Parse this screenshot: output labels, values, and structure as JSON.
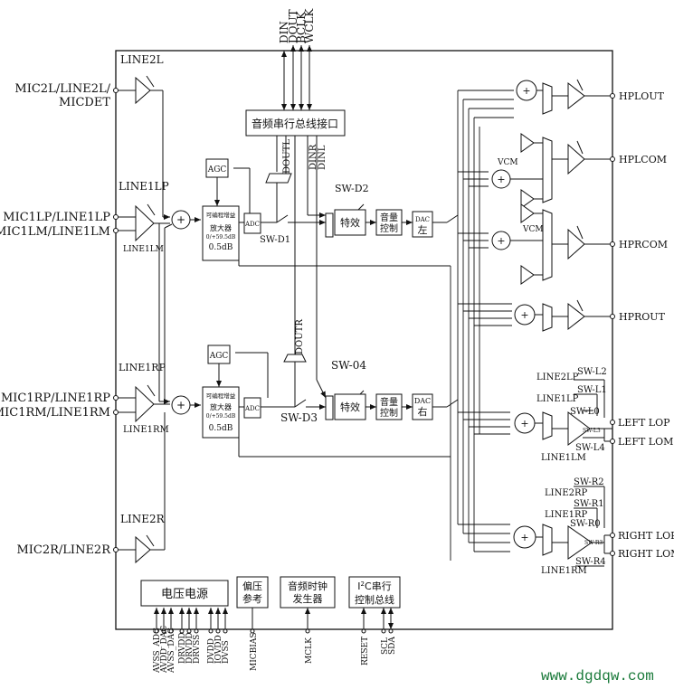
{
  "bus_pins": [
    "DIN",
    "DOUT",
    "BCLK",
    "WCLK"
  ],
  "serial_bus_label": "音频串行总线接口",
  "left_inputs": {
    "line2l_tag": "LINE2L",
    "mic2l_label": [
      "MIC2L/LINE2L/",
      "MICDET"
    ],
    "line1lp_tag": "LINE1LP",
    "line1lm_tag": "LINE1LM",
    "mic1_label": [
      "MIC1LP/LINE1LP",
      "MIC1LM/LINE1LM"
    ]
  },
  "right_inputs": {
    "line1rp_tag": "LINE1RP",
    "line1rm_tag": "LINE1RM",
    "mic1r_label": [
      "MIC1RP/LINE1RP",
      "MIC1RM/LINE1RM"
    ],
    "line2r_tag": "LINE2R",
    "mic2r_label": "MIC2R/LINE2R"
  },
  "left_channel": {
    "agc": "AGC",
    "pga": [
      "可编程增益",
      "放大器",
      "0/+59.5dB",
      "0.5dB"
    ],
    "adc": "ADC",
    "sw_d1": "SW-D1",
    "sw_d2": "SW-D2",
    "effects": "特效",
    "volume": [
      "音量",
      "控制"
    ],
    "dac": [
      "DAC",
      "左"
    ]
  },
  "right_channel": {
    "agc": "AGC",
    "pga": [
      "可编程增益",
      "放大器",
      "0/+59.5dB",
      "0.5dB"
    ],
    "adc": "ADC",
    "sw_d3": "SW-D3",
    "sw_04": "SW-04",
    "effects": "特效",
    "volume": [
      "音量",
      "控制"
    ],
    "dac": [
      "DAC",
      "右"
    ]
  },
  "vertical_signals": [
    "DOUTL",
    "DOUTR",
    "DINR",
    "DINL"
  ],
  "plus": "+",
  "vcm": "VCM",
  "outputs": [
    "HPLOUT",
    "HPLCOM",
    "HPRCOM",
    "HPROUT",
    "LEFT LOP",
    "LEFT LOM",
    "RIGHT LOP",
    "RIGHT LOM"
  ],
  "left_lo_switches": {
    "line2lp": "LINE2LP",
    "sw_l2": "SW-L2",
    "line1lp": "LINE1LP",
    "sw_l1": "SW-L1",
    "sw_l0": "SW-L0",
    "sw_l3": "SW-L3",
    "sw_l4": "SW-L4",
    "line1lm": "LINE1LM"
  },
  "right_lo_switches": {
    "sw_r2": "SW-R2",
    "line2rp": "LINE2RP",
    "sw_r1": "SW-R1",
    "line1rp": "LINE1RP",
    "sw_r0": "SW-R0",
    "sw_r3": "SW-R3",
    "sw_r4": "SW-R4",
    "line1rm": "LINE1RM"
  },
  "bottom_blocks": {
    "power": "电压电源",
    "bias": [
      "偏压",
      "参考"
    ],
    "clock": [
      "音频时钟",
      "发生器"
    ],
    "i2c": [
      "I",
      "2",
      "C串行",
      "控制总线"
    ]
  },
  "bottom_pins": {
    "power": [
      "AVSS_ADC",
      "AVDD_DAC",
      "AVSS_DAC",
      "DRVDD",
      "DRVDD",
      "DRVSS",
      "DVDD",
      "IOVDD",
      "DVSS"
    ],
    "micbias": "MICBIAS",
    "mclk": "MCLK",
    "reset": "RESET",
    "scl": "SCL",
    "sda": "SDA"
  },
  "watermark": "www.dgdqw.com"
}
